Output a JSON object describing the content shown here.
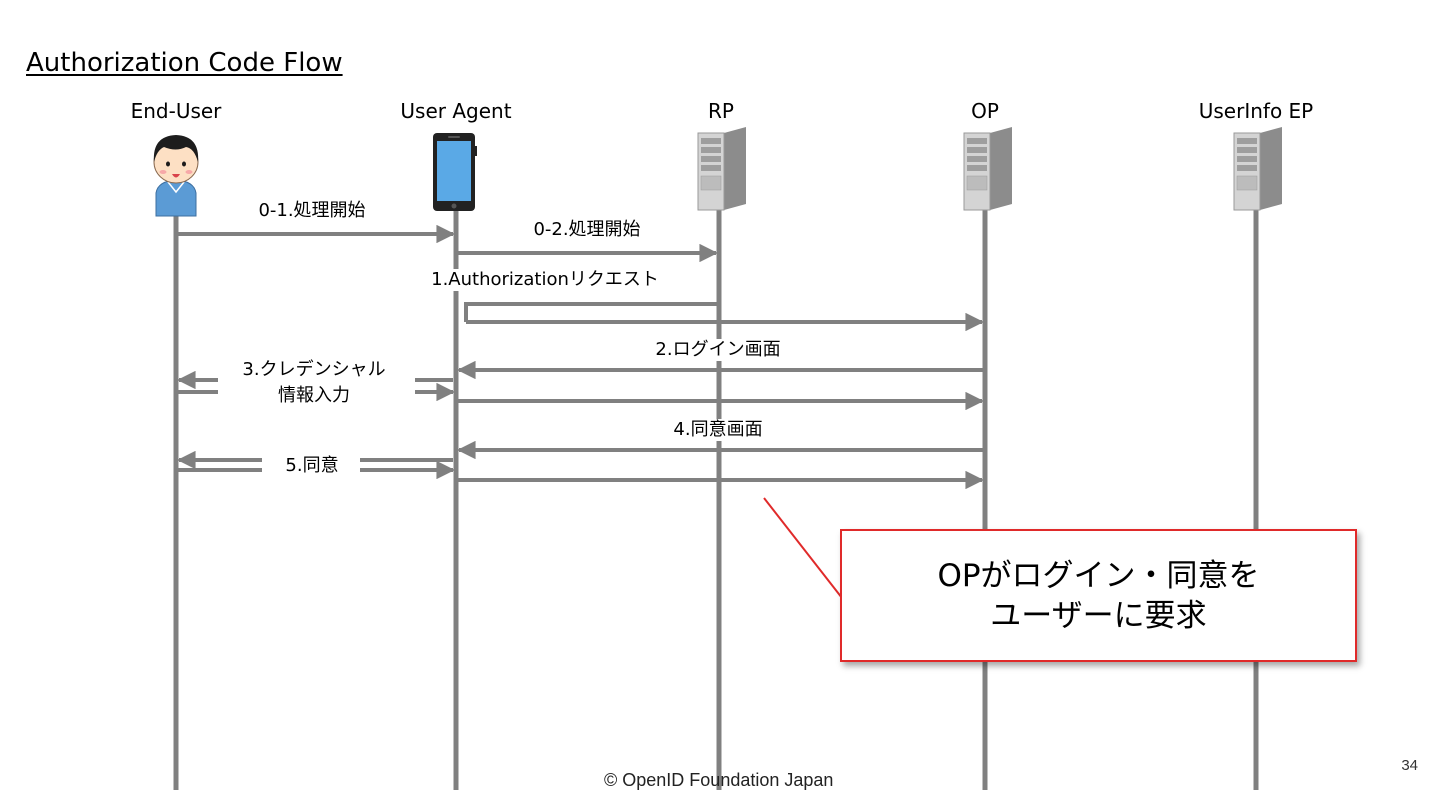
{
  "slide": {
    "title": "Authorization Code Flow",
    "footer": "© OpenID Foundation Japan",
    "page_number": "34"
  },
  "actors": [
    {
      "id": "end-user",
      "label": "End-User",
      "icon": "person-icon"
    },
    {
      "id": "user-agent",
      "label": "User Agent",
      "icon": "smartphone-icon"
    },
    {
      "id": "rp",
      "label": "RP",
      "icon": "server-icon"
    },
    {
      "id": "op",
      "label": "OP",
      "icon": "server-icon"
    },
    {
      "id": "userinfo-ep",
      "label": "UserInfo EP",
      "icon": "server-icon"
    }
  ],
  "messages": [
    {
      "step": "0-1",
      "label": "0-1.処理開始",
      "from": "end-user",
      "to": "user-agent"
    },
    {
      "step": "0-2",
      "label": "0-2.処理開始",
      "from": "user-agent",
      "to": "rp"
    },
    {
      "step": "1",
      "label": "1.Authorizationリクエスト",
      "from": "rp",
      "to": "op",
      "via": "user-agent"
    },
    {
      "step": "2",
      "label": "2.ログイン画面",
      "from": "op",
      "to": "end-user",
      "via": "user-agent"
    },
    {
      "step": "3",
      "label": "3.クレデンシャル\n情報入力",
      "from": "end-user",
      "to": "op",
      "via": "user-agent"
    },
    {
      "step": "4",
      "label": "4.同意画面",
      "from": "op",
      "to": "end-user",
      "via": "user-agent"
    },
    {
      "step": "5",
      "label": "5.同意",
      "from": "end-user",
      "to": "op",
      "via": "user-agent"
    }
  ],
  "callout": {
    "lines": [
      "OPがログイン・同意を",
      "ユーザーに要求"
    ],
    "border_color": "#e02a2a",
    "pointer_color": "#e02a2a"
  },
  "colors": {
    "lifeline": "#808080",
    "arrow": "#808080",
    "person_shirt": "#5b9bd5",
    "phone_screen": "#5aa9e6",
    "server": "#b0b0b0"
  }
}
